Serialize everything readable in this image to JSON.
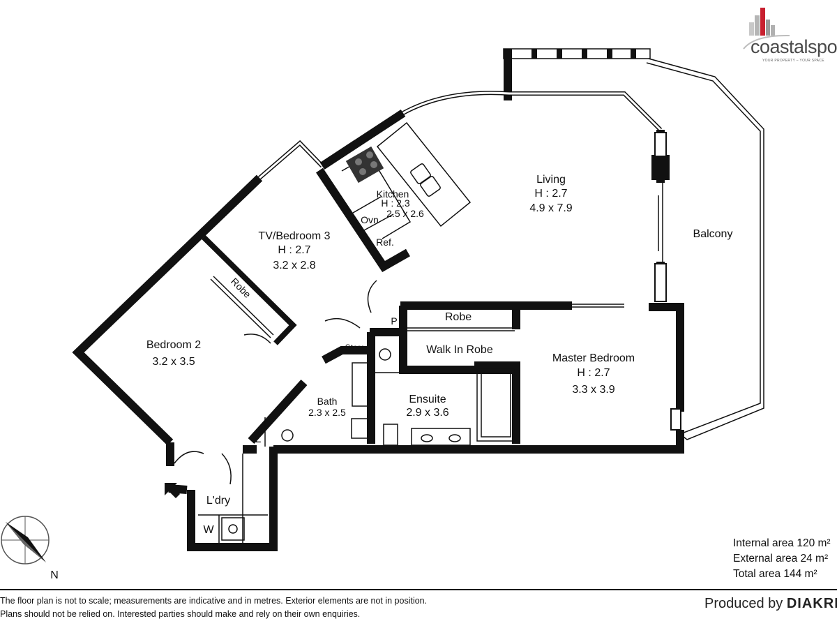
{
  "brand": {
    "name": "coastalspo",
    "tagline": "YOUR PROPERTY – YOUR SPACE",
    "accent_color": "#c8202f"
  },
  "rooms": {
    "living": {
      "name": "Living",
      "height": "H : 2.7",
      "size": "4.9 x 7.9"
    },
    "kitchen": {
      "name": "Kitchen",
      "height": "H : 2.3",
      "size": "2.5 x 2.6"
    },
    "balcony": {
      "name": "Balcony"
    },
    "tv_bedroom3": {
      "name": "TV/Bedroom 3",
      "height": "H : 2.7",
      "size": "3.2 x 2.8"
    },
    "bedroom2": {
      "name": "Bedroom 2",
      "size": "3.2 x 3.5"
    },
    "master_bedroom": {
      "name": "Master Bedroom",
      "height": "H : 2.7",
      "size": "3.3 x 3.9"
    },
    "walk_in_robe": {
      "name": "Walk In Robe"
    },
    "ensuite": {
      "name": "Ensuite",
      "size": "2.9 x 3.6"
    },
    "bath": {
      "name": "Bath",
      "size": "2.3 x 2.5"
    },
    "laundry": {
      "name": "L'dry"
    }
  },
  "fixtures": {
    "oven": "Ovn",
    "fridge": "Ref.",
    "robe_bed2": "Robe",
    "robe_master": "Robe",
    "pantry": "P",
    "store": "Store",
    "linen": "L",
    "washer": "W"
  },
  "compass": {
    "north": "N"
  },
  "areas": {
    "internal": "Internal area 120 m²",
    "external": "External area 24 m²",
    "total": "Total area 144 m²"
  },
  "disclaimer": {
    "line1": "The floor plan is not to scale; measurements are indicative and in metres. Exterior elements are not in position.",
    "line2": "Plans should not be relied on. Interested parties should make and rely on their own enquiries."
  },
  "produced_by": {
    "prefix": "Produced by",
    "brand": "DIAKRIT"
  }
}
